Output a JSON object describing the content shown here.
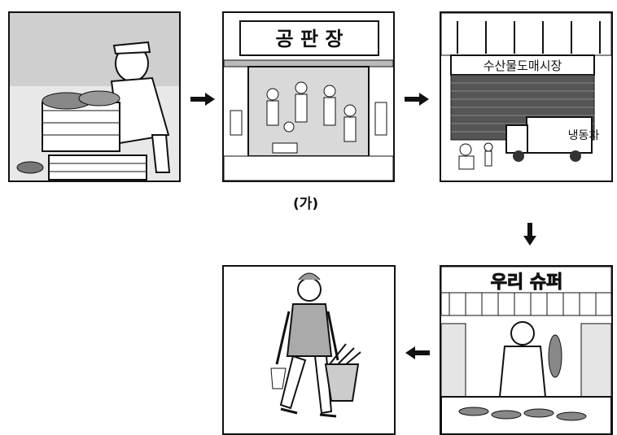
{
  "flow": {
    "panels": [
      {
        "id": "fisher",
        "icon": "fisherman-with-fish-baskets-illustration"
      },
      {
        "id": "auction",
        "sign": "공 판 장",
        "icon": "fish-auction-hall-illustration"
      },
      {
        "id": "wholesale",
        "sign": "수산물도매시장",
        "truck_label": "냉동차",
        "icon": "wholesale-market-refrigerated-truck-illustration"
      },
      {
        "id": "retail",
        "sign": "우리 슈퍼",
        "icon": "supermarket-fishmonger-illustration"
      },
      {
        "id": "consumer",
        "icon": "shopper-with-basket-illustration"
      }
    ],
    "caption": "(가)",
    "arrows": [
      "right-arrow-icon",
      "right-arrow-icon",
      "down-arrow-icon",
      "left-arrow-icon"
    ]
  }
}
